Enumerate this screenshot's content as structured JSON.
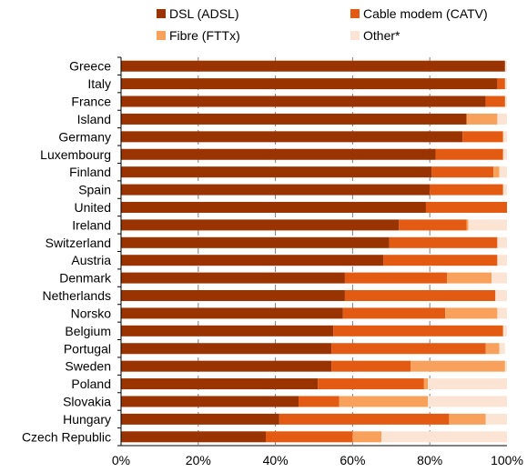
{
  "chart_data": {
    "type": "bar",
    "orientation": "horizontal",
    "stacked": true,
    "xlim": [
      0,
      100
    ],
    "x_ticks": [
      "0%",
      "20%",
      "40%",
      "60%",
      "80%",
      "100%"
    ],
    "grid": true,
    "legend": "top",
    "categories": [
      "Greece",
      "Italy",
      "France",
      "Island",
      "Germany",
      "Luxembourg",
      "Finland",
      "Spain",
      "United",
      "Ireland",
      "Switzerland",
      "Austria",
      "Denmark",
      "Netherlands",
      "Norsko",
      "Belgium",
      "Portugal",
      "Sweden",
      "Poland",
      "Slovakia",
      "Hungary",
      "Czech Republic"
    ],
    "series": [
      {
        "name": "DSL (ADSL)",
        "color": "#993300",
        "values": [
          99.5,
          97.5,
          94.5,
          89.5,
          88.5,
          81.5,
          80.5,
          80,
          79,
          72,
          69.5,
          68,
          58,
          58,
          57.5,
          55,
          54.5,
          54.5,
          51,
          46,
          41,
          37.5
        ]
      },
      {
        "name": "Cable modem (CATV)",
        "color": "#E35A12",
        "values": [
          0,
          2,
          5,
          0,
          10.5,
          17.5,
          16,
          19,
          21,
          17.5,
          28,
          29.5,
          26.5,
          39,
          26.5,
          44,
          40,
          20.5,
          27.5,
          10.5,
          44,
          22.5
        ]
      },
      {
        "name": "Fibre (FTTx)",
        "color": "#F8A15C",
        "values": [
          0,
          0,
          0,
          8,
          0,
          0,
          1.5,
          0,
          0,
          0.5,
          0,
          0,
          11.5,
          0,
          13.5,
          0,
          3.5,
          24.5,
          1,
          23,
          9.5,
          7.5
        ]
      },
      {
        "name": "Other*",
        "color": "#FCE4D4",
        "values": [
          0.5,
          0.5,
          0.5,
          2.5,
          1,
          1,
          2,
          1,
          0,
          10,
          2.5,
          2.5,
          4,
          3,
          2.5,
          1,
          1.5,
          0.5,
          20.5,
          20.5,
          5.5,
          32.5
        ]
      }
    ]
  }
}
